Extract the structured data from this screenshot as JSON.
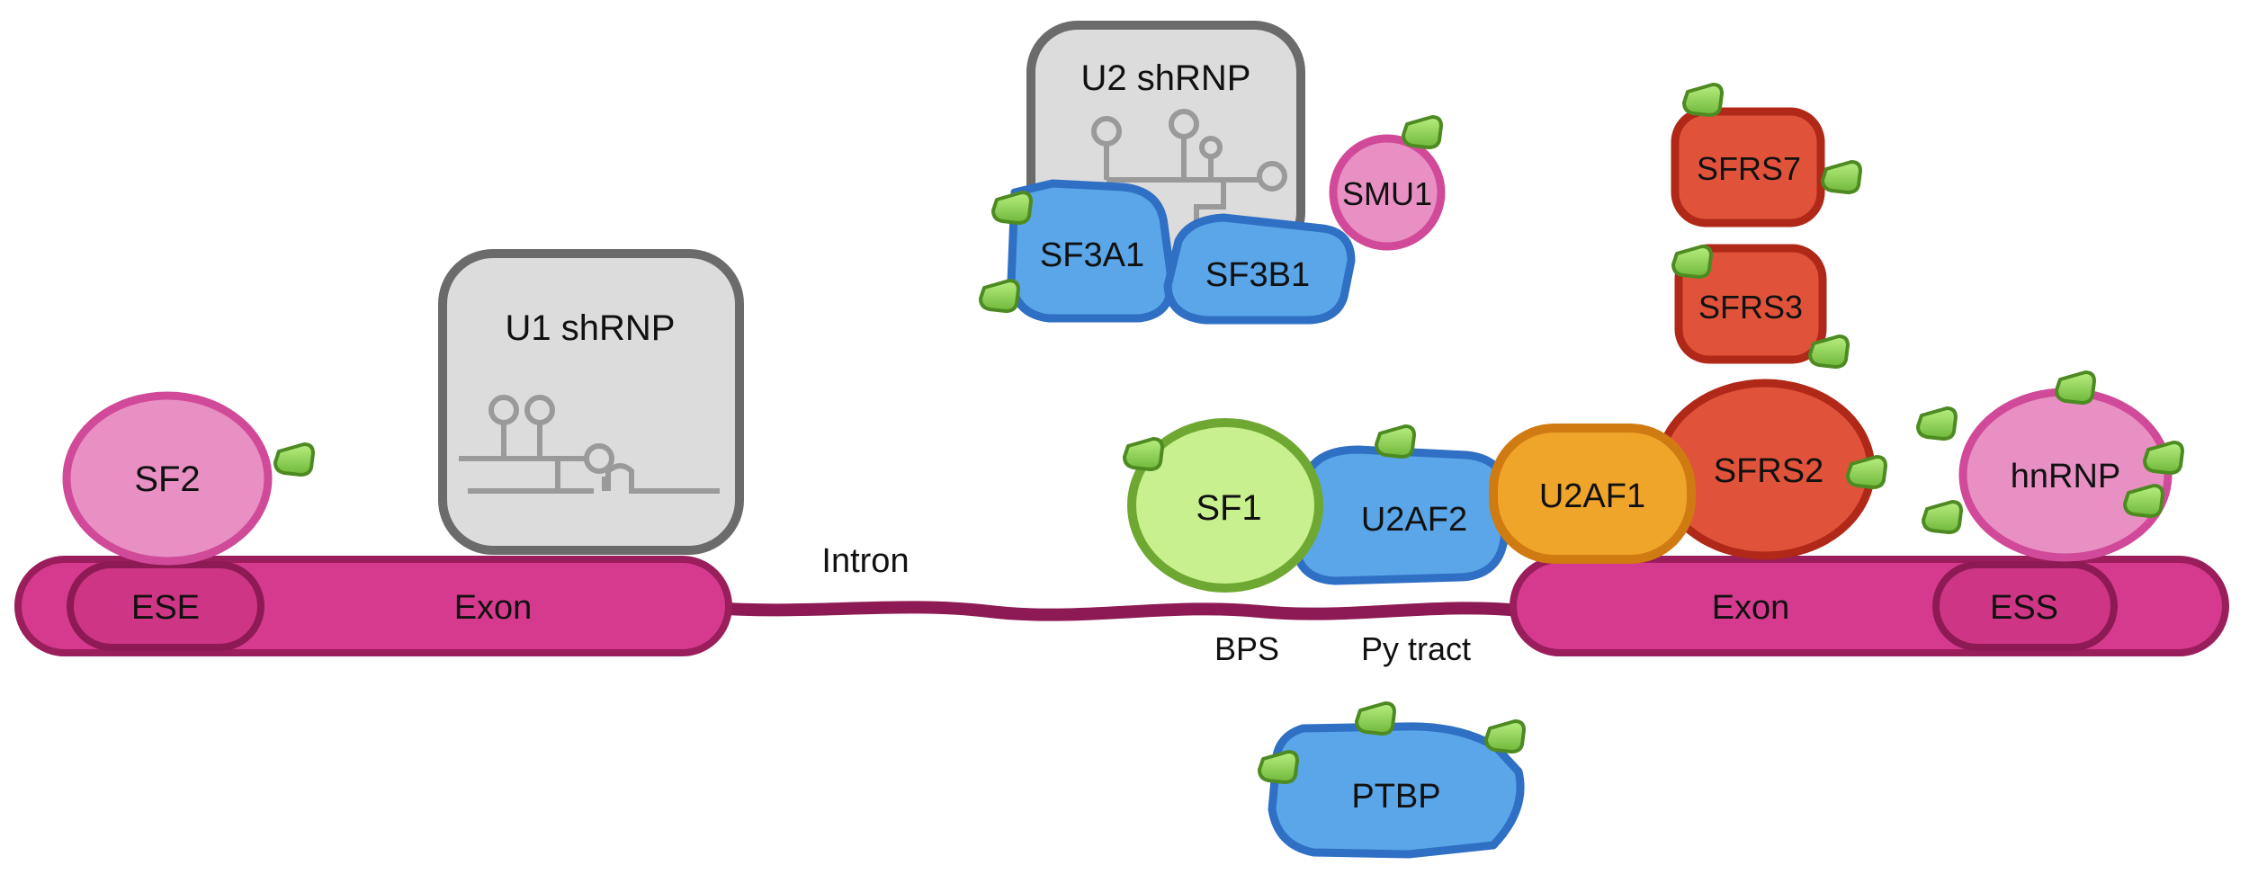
{
  "labels": {
    "u1": "U1 shRNP",
    "u2": "U2 shRNP",
    "sf2": "SF2",
    "ese": "ESE",
    "exon_left": "Exon",
    "intron": "Intron",
    "bps": "BPS",
    "py_tract": "Py tract",
    "exon_right": "Exon",
    "ess": "ESS",
    "sf3a1": "SF3A1",
    "sf3b1": "SF3B1",
    "smu1": "SMU1",
    "sfrs7": "SFRS7",
    "sfrs3": "SFRS3",
    "sfrs2": "SFRS2",
    "sf1": "SF1",
    "u2af2": "U2AF2",
    "u2af1": "U2AF1",
    "hnrnp": "hnRNP",
    "ptbp": "PTBP"
  },
  "colors": {
    "exon_fill": "#d63a8e",
    "exon_edge": "#9a1d5c",
    "intron": "#8e1a55",
    "shrnp_fill": "#dcdcdc",
    "shrnp_edge": "#6b6b6b",
    "pink_fill": "#e88fc4",
    "pink_edge": "#d14a99",
    "blue_fill": "#5aa6e8",
    "blue_edge": "#2f6fc4",
    "red_fill": "#e0533a",
    "red_edge": "#b02818",
    "green_fill": "#a8e05a",
    "green_edge": "#5e9a2a",
    "orange_fill": "#efa42a",
    "orange_edge": "#d07a12",
    "tag_fill": "#92d65a",
    "tag_edge": "#4e8a22"
  }
}
